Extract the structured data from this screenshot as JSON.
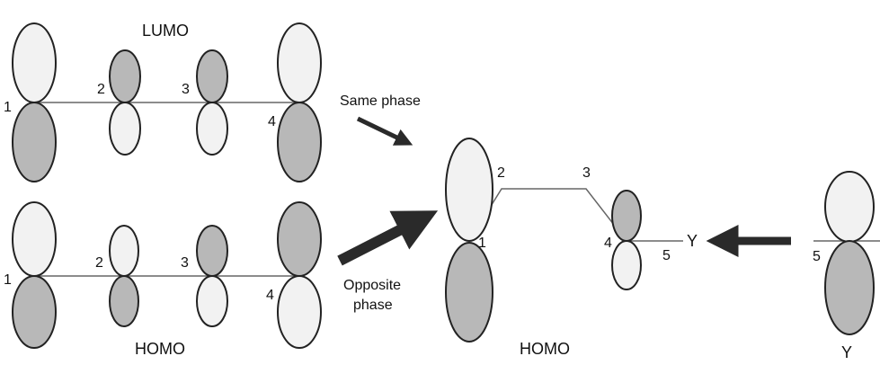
{
  "labels": {
    "lumo": "LUMO",
    "homo_left": "HOMO",
    "same_phase": "Same phase",
    "opposite_phase_line1": "Opposite",
    "opposite_phase_line2": "phase",
    "homo_product": "HOMO",
    "y_bottom": "Y",
    "y_chain": "Y"
  },
  "atom_numbers": {
    "lumo": [
      "1",
      "2",
      "3",
      "4"
    ],
    "homo": [
      "1",
      "2",
      "3",
      "4"
    ],
    "product": [
      "1",
      "2",
      "3",
      "4",
      "5"
    ],
    "y": "5"
  },
  "colors": {
    "light_lobe": "#f2f2f2",
    "dark_lobe": "#b8b8b8",
    "arrow": "#2a2a2a"
  }
}
